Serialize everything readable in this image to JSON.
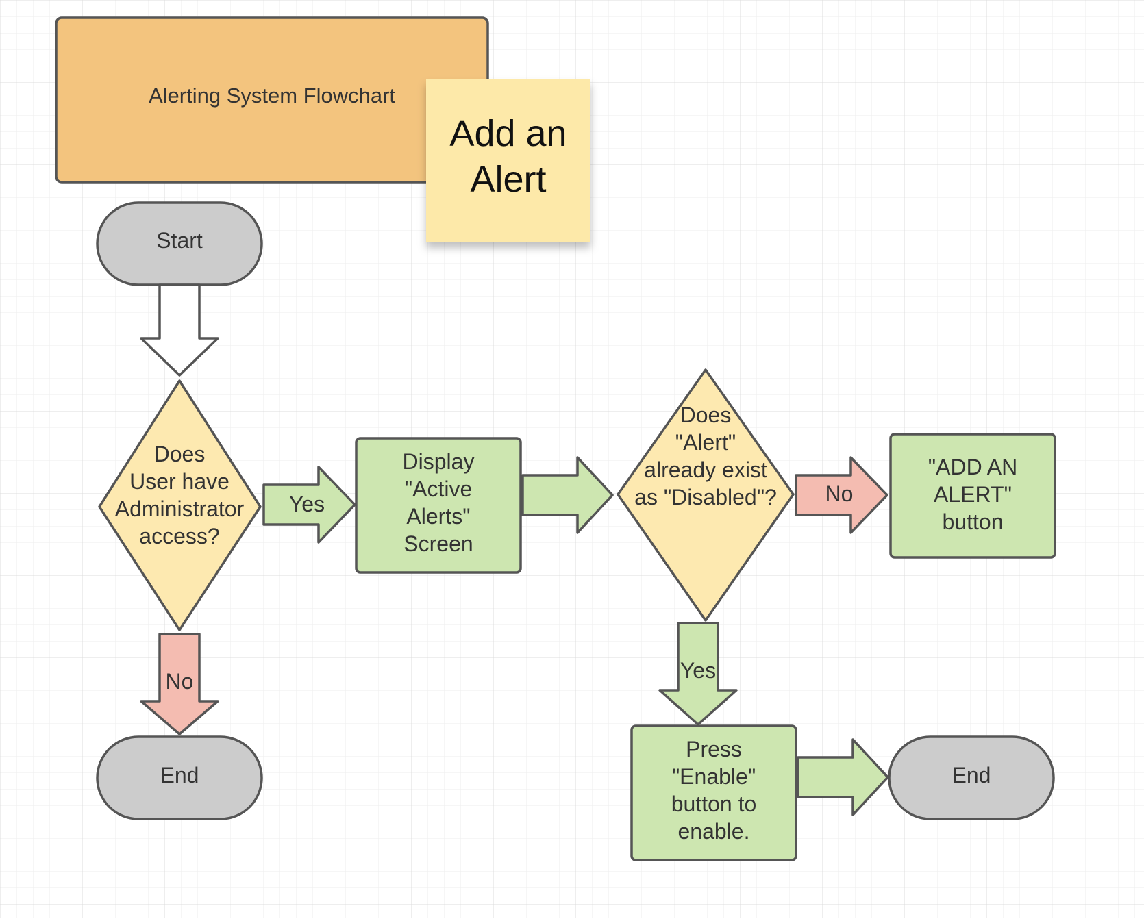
{
  "title_card": {
    "text": "Alerting System Flowchart"
  },
  "sticky_note": {
    "lines": [
      "Add an",
      "Alert"
    ]
  },
  "nodes": {
    "start": {
      "text": "Start"
    },
    "decision_admin": {
      "lines": [
        "Does",
        "User have",
        "Administrator",
        "access?"
      ]
    },
    "display_active_alerts": {
      "lines": [
        "Display",
        "\"Active",
        "Alerts\"",
        "Screen"
      ]
    },
    "decision_disabled": {
      "lines": [
        "Does",
        "\"Alert\"",
        "already exist",
        "as \"Disabled\"?"
      ]
    },
    "add_alert_button": {
      "lines": [
        "\"ADD AN",
        "ALERT\"",
        "button"
      ]
    },
    "end_left": {
      "text": "End"
    },
    "press_enable": {
      "lines": [
        "Press",
        "\"Enable\"",
        "button to",
        "enable."
      ]
    },
    "end_right": {
      "text": "End"
    }
  },
  "connectors": {
    "admin_yes": {
      "label": "Yes"
    },
    "admin_no": {
      "label": "No"
    },
    "disabled_no": {
      "label": "No"
    },
    "disabled_yes": {
      "label": "Yes"
    }
  },
  "colors": {
    "title_fill": "#f3c47e",
    "sticky_fill": "#fde9a9",
    "terminal_fill": "#cccccc",
    "decision_fill": "#fde9b0",
    "process_fill": "#cde6b0",
    "no_arrow_fill": "#f4bcb1",
    "neutral_arrow_fill": "#ffffff",
    "grid_line": "#e6e6e6",
    "stroke": "#555555"
  }
}
